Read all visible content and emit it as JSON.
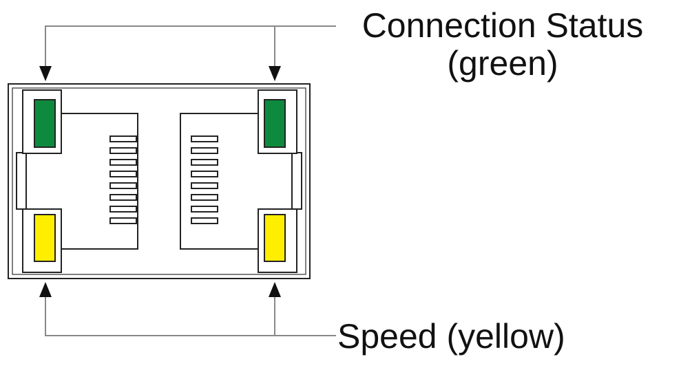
{
  "labels": {
    "connection_status_line1": "Connection Status",
    "connection_status_line2": "(green)",
    "speed": "Speed (yellow)"
  },
  "colors": {
    "connection_led": "#0e8a3f",
    "speed_led": "#ffee00",
    "outline": "#222222",
    "leader_line": "#888888"
  },
  "icons": {
    "arrow": "arrow-down-icon / arrow-up-icon"
  }
}
